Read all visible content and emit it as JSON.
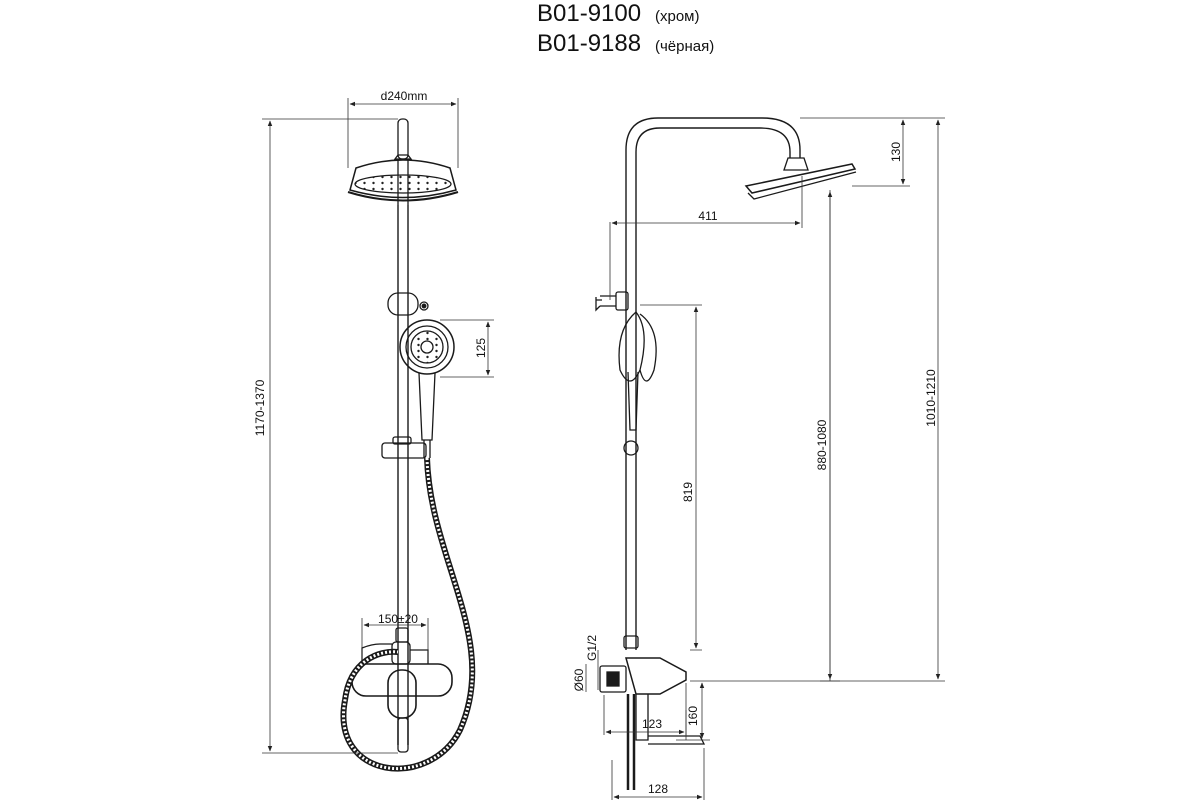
{
  "header": {
    "models": [
      {
        "code": "B01-9100",
        "variant": "(хром)"
      },
      {
        "code": "B01-9188",
        "variant": "(чёрная)"
      }
    ]
  },
  "front_view": {
    "dims": {
      "head_diameter": "d240mm",
      "hand_shower_height": "125",
      "total_height": "1170-1370",
      "mixer_spacing": "150±20"
    }
  },
  "side_view": {
    "dims": {
      "arm_length": "411",
      "head_drop": "130",
      "height_total": "1010-1210",
      "height_head": "880-1080",
      "rail_height": "819",
      "thread": "G1/2",
      "flange": "Ø60",
      "spout_height": "160",
      "mixer_depth": "123",
      "spout_reach": "128"
    }
  },
  "colors": {
    "line": "#1a1a1a",
    "dim": "#333333",
    "background": "#ffffff"
  }
}
